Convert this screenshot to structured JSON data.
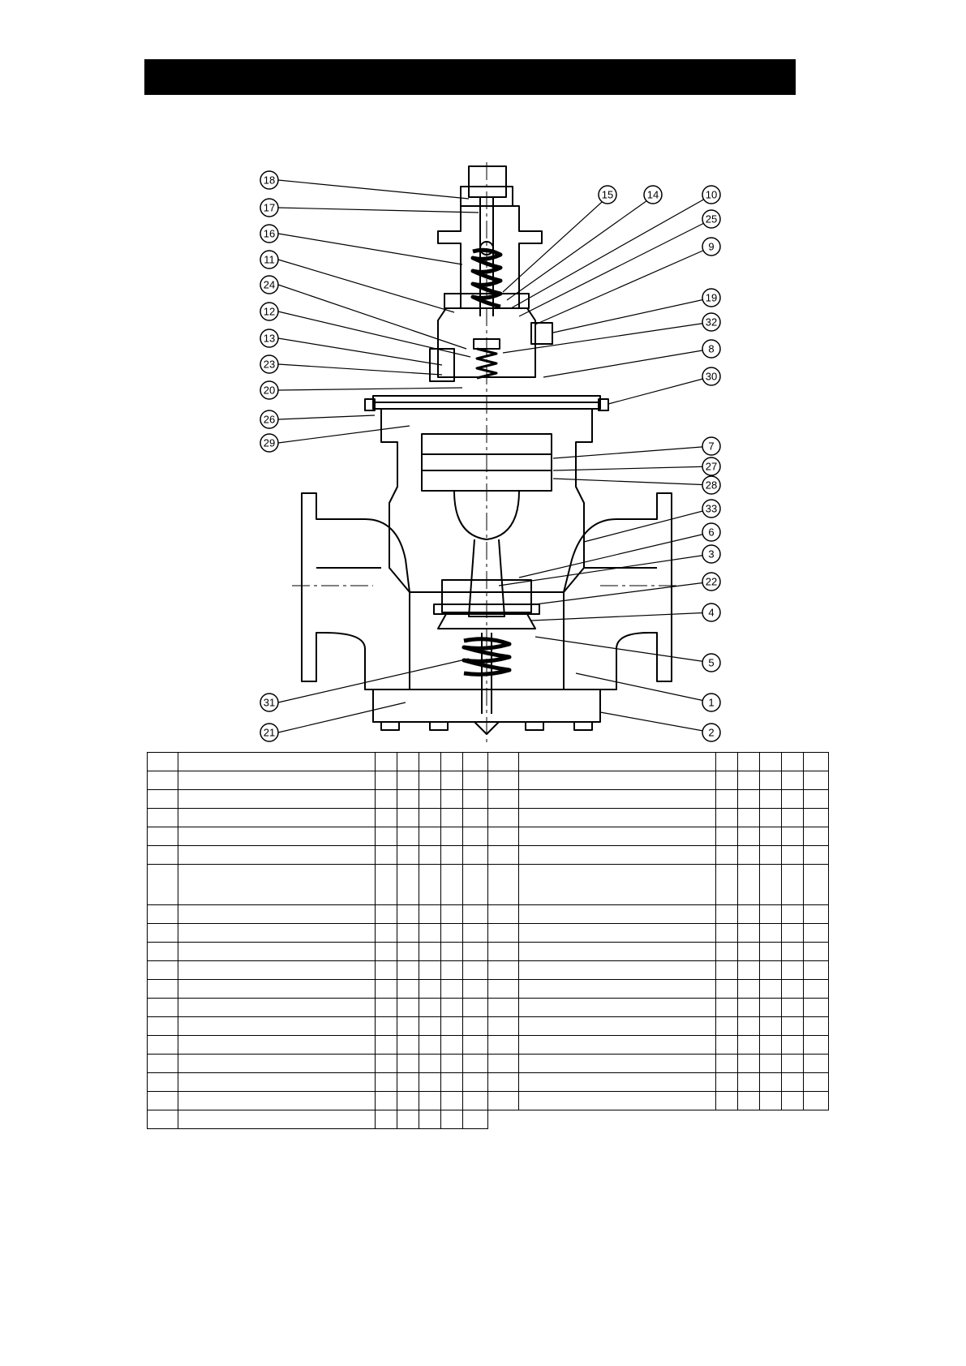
{
  "callouts": {
    "left": [
      "18",
      "17",
      "16",
      "11",
      "24",
      "12",
      "13",
      "23",
      "20",
      "26",
      "29",
      "31",
      "21"
    ],
    "right": [
      "15",
      "14",
      "10",
      "25",
      "9",
      "19",
      "32",
      "8",
      "30",
      "7",
      "27",
      "28",
      "33",
      "6",
      "3",
      "22",
      "4",
      "5",
      "1",
      "2"
    ]
  },
  "parts_table": {
    "left_rows": 19,
    "right_rows": 18,
    "tall_row_index": 6
  }
}
